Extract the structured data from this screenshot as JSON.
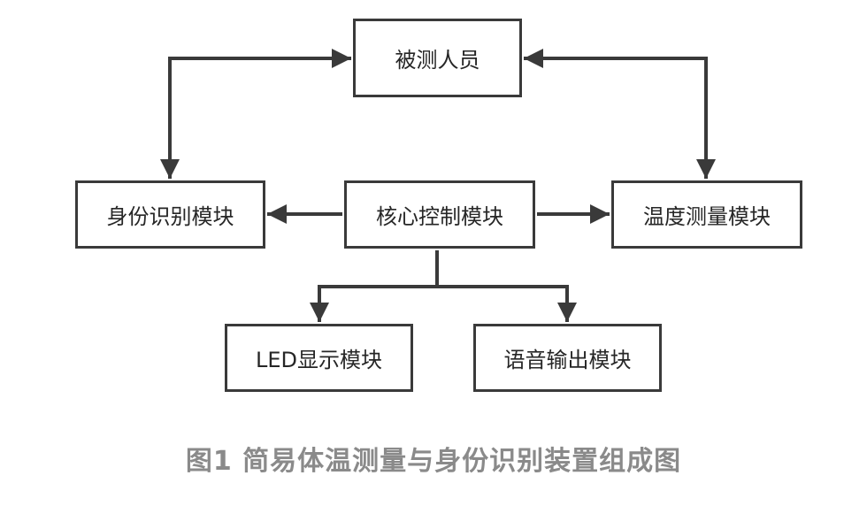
{
  "nodes": {
    "subject": "被测人员",
    "identity": "身份识别模块",
    "core": "核心控制模块",
    "temperature": "温度测量模块",
    "led": "LED显示模块",
    "voice": "语音输出模块"
  },
  "caption": "图1 简易体温测量与身份识别装置组成图",
  "colors": {
    "box_border": "#3a3a3a",
    "arrow": "#3a3a3a",
    "caption": "#8a8a8a"
  }
}
